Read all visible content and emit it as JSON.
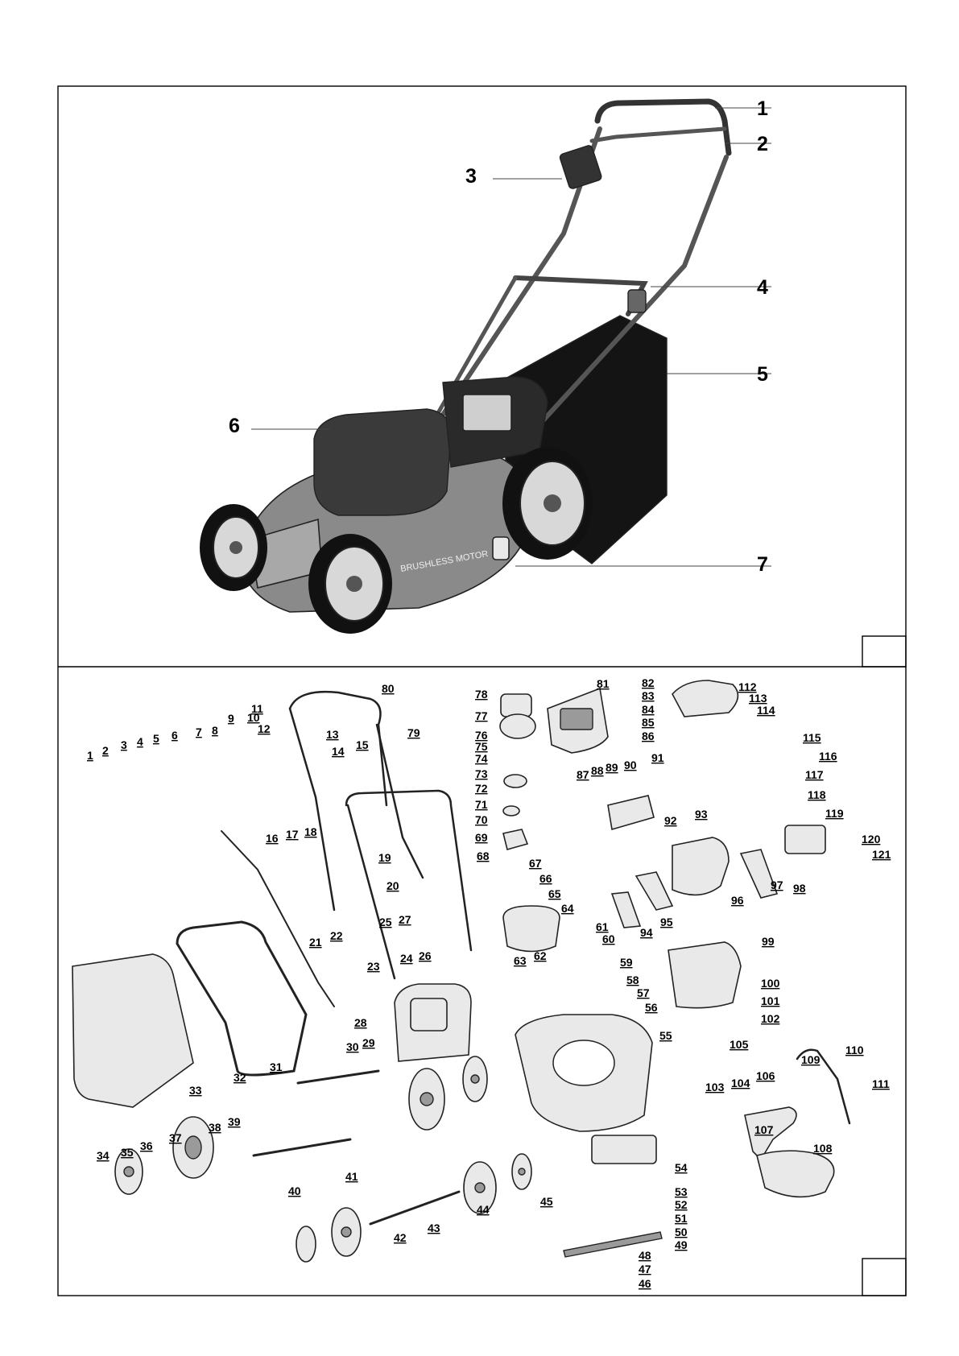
{
  "overview_callouts": [
    "1",
    "2",
    "3",
    "4",
    "5",
    "6",
    "7"
  ],
  "deck_text": "BRUSHLESS MOTOR",
  "part_numbers": [
    "1",
    "2",
    "3",
    "4",
    "5",
    "6",
    "7",
    "8",
    "9",
    "10",
    "11",
    "12",
    "13",
    "14",
    "15",
    "16",
    "17",
    "18",
    "19",
    "20",
    "21",
    "22",
    "23",
    "24",
    "25",
    "26",
    "27",
    "28",
    "29",
    "30",
    "31",
    "32",
    "33",
    "34",
    "35",
    "36",
    "37",
    "38",
    "39",
    "40",
    "41",
    "42",
    "43",
    "44",
    "45",
    "46",
    "47",
    "48",
    "49",
    "50",
    "51",
    "52",
    "53",
    "54",
    "55",
    "56",
    "57",
    "58",
    "59",
    "60",
    "61",
    "62",
    "63",
    "64",
    "65",
    "66",
    "67",
    "68",
    "69",
    "70",
    "71",
    "72",
    "73",
    "74",
    "75",
    "76",
    "77",
    "78",
    "79",
    "80",
    "81",
    "82",
    "83",
    "84",
    "85",
    "86",
    "87",
    "88",
    "89",
    "90",
    "91",
    "92",
    "93",
    "94",
    "95",
    "96",
    "97",
    "98",
    "99",
    "100",
    "101",
    "102",
    "103",
    "104",
    "105",
    "106",
    "107",
    "108",
    "109",
    "110",
    "111",
    "112",
    "113",
    "114",
    "115",
    "116",
    "117",
    "118",
    "119",
    "120",
    "121"
  ]
}
